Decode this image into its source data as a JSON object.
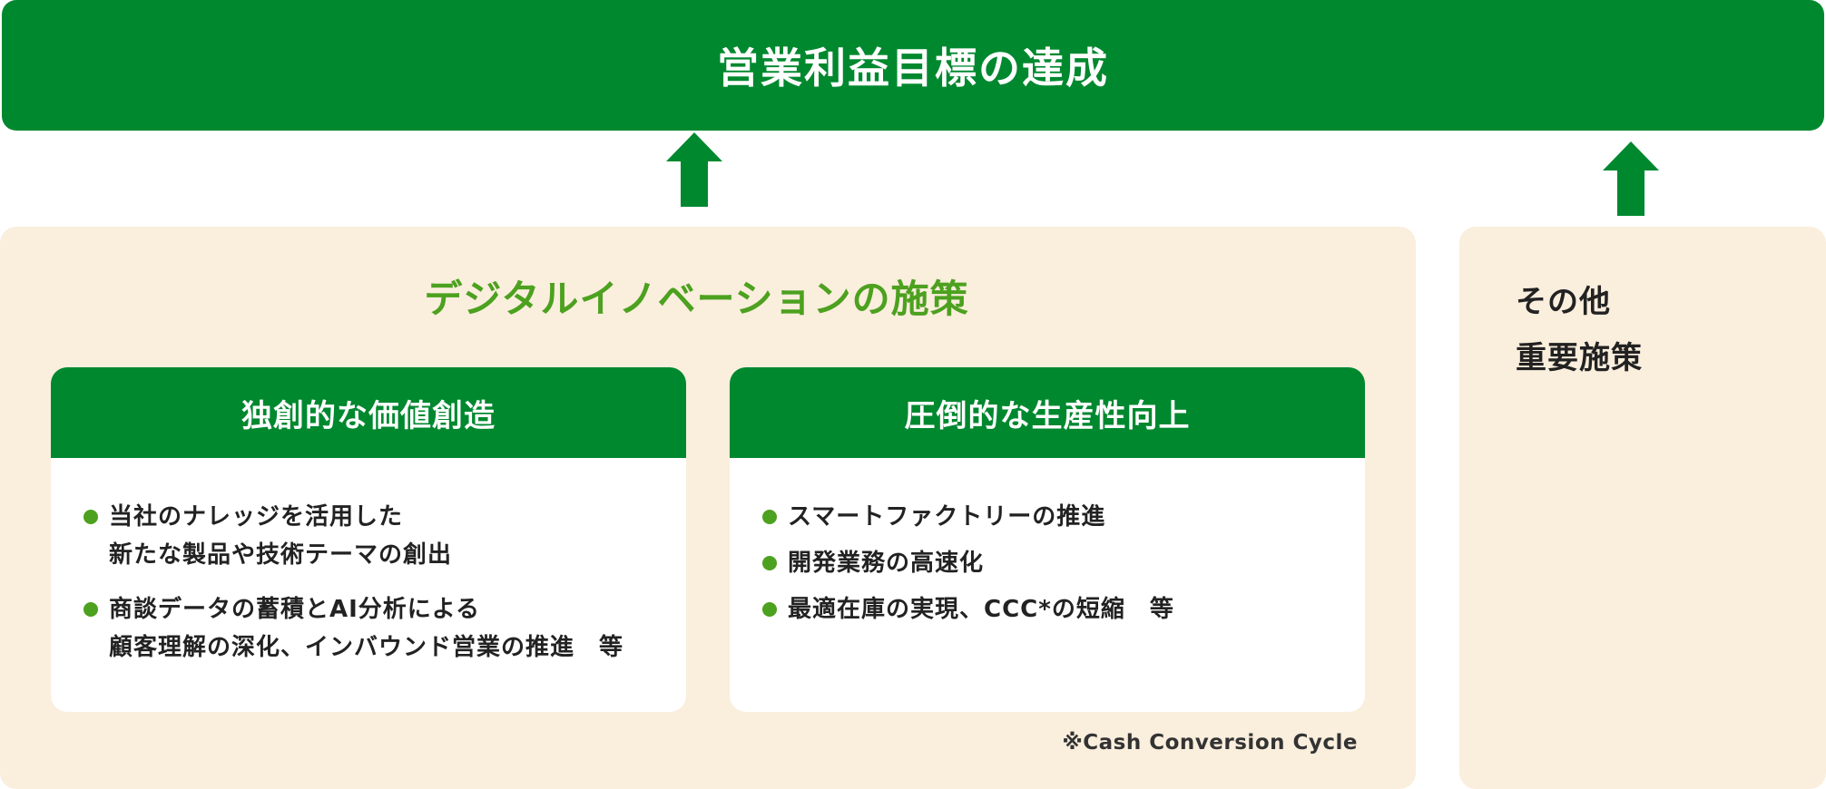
{
  "goal": {
    "title": "営業利益目標の達成",
    "color": "#00882f"
  },
  "digital_innovation": {
    "title": "デジタルイノベーションの施策",
    "title_color": "#4ca11f",
    "background": "#faeedd",
    "cards": [
      {
        "title": "独創的な価値創造",
        "items": [
          [
            "当社のナレッジを活用した",
            "新たな製品や技術テーマの創出"
          ],
          [
            "商談データの蓄積とAI分析による",
            "顧客理解の深化、インバウンド営業の推進　等"
          ]
        ]
      },
      {
        "title": "圧倒的な生産性向上",
        "items": [
          [
            "スマートファクトリーの推進"
          ],
          [
            "開発業務の高速化"
          ],
          [
            "最適在庫の実現、CCC*の短縮　等"
          ]
        ]
      }
    ],
    "footnote": "※Cash Conversion Cycle"
  },
  "other": {
    "title_lines": [
      "その他",
      "重要施策"
    ]
  },
  "icons": [
    "up-arrow-icon",
    "up-arrow-icon"
  ]
}
